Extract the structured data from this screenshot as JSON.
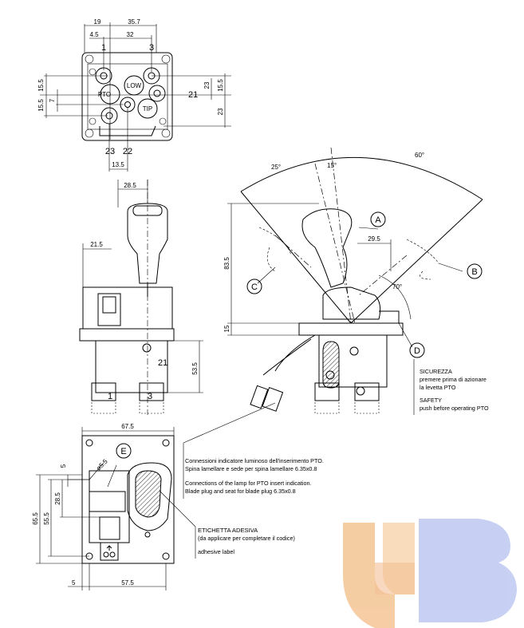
{
  "top_view": {
    "dims": {
      "d19": "19",
      "d35_7": "35.7",
      "d4_5": "4.5",
      "d32": "32",
      "d15_5a": "15.5",
      "d15_5b": "15.5",
      "d7": "7",
      "d23r": "23",
      "d15_5r": "15.5",
      "d23b": "23",
      "d13_5": "13.5"
    },
    "callouts": {
      "c1": "1",
      "c3": "3",
      "c21": "21",
      "c23": "23",
      "c22": "22"
    },
    "buttons": {
      "pto": "PTO",
      "low": "LOW",
      "tip": "TIP"
    }
  },
  "side_view": {
    "dims": {
      "d28_5": "28.5",
      "d21_5": "21.5",
      "d53_5": "53.5",
      "d21": "21"
    },
    "callouts": {
      "c1": "1",
      "c3": "3"
    }
  },
  "right_view": {
    "angles": {
      "a25": "25°",
      "a15": "15°",
      "a60": "60°",
      "a70": "70°"
    },
    "dims": {
      "d29_5": "29.5",
      "d83_5": "83.5",
      "d15": "15"
    },
    "labels": {
      "A": "A",
      "B": "B",
      "C": "C",
      "D": "D"
    },
    "safety_note": {
      "it_title": "SICUREZZA",
      "it_line1": "premere prima di azionare",
      "it_line2": "la levetta PTO",
      "en_title": "SAFETY",
      "en_line1": "push before operating PTO"
    }
  },
  "bottom_view": {
    "dims": {
      "d67_5": "67.5",
      "d5top": "5",
      "dia5_5": "ø5.5",
      "d65_5": "65.5",
      "d55_5": "55.5",
      "d28_5": "28.5",
      "d5bot": "5",
      "d57_5": "57.5"
    },
    "labels": {
      "E": "E"
    }
  },
  "notes": {
    "connections_it_1": "Connessioni indicatore luminoso dell'inserimento PTO.",
    "connections_it_2": "Spina lamellare e sede per spina lamellare 6.35x0.8",
    "connections_en_1": "Connections of the lamp for PTO insert indication.",
    "connections_en_2": "Blade plug and seat for blade plug 6.35x0.8",
    "label_it_title": "ETICHETTA ADESIVA",
    "label_it_sub": "(da applicare per completare il codice)",
    "label_en": "adhesive label"
  },
  "watermark": {
    "text": "uCB",
    "colors": {
      "orange": "#f5c89a",
      "blue": "#b9c3ef"
    }
  }
}
